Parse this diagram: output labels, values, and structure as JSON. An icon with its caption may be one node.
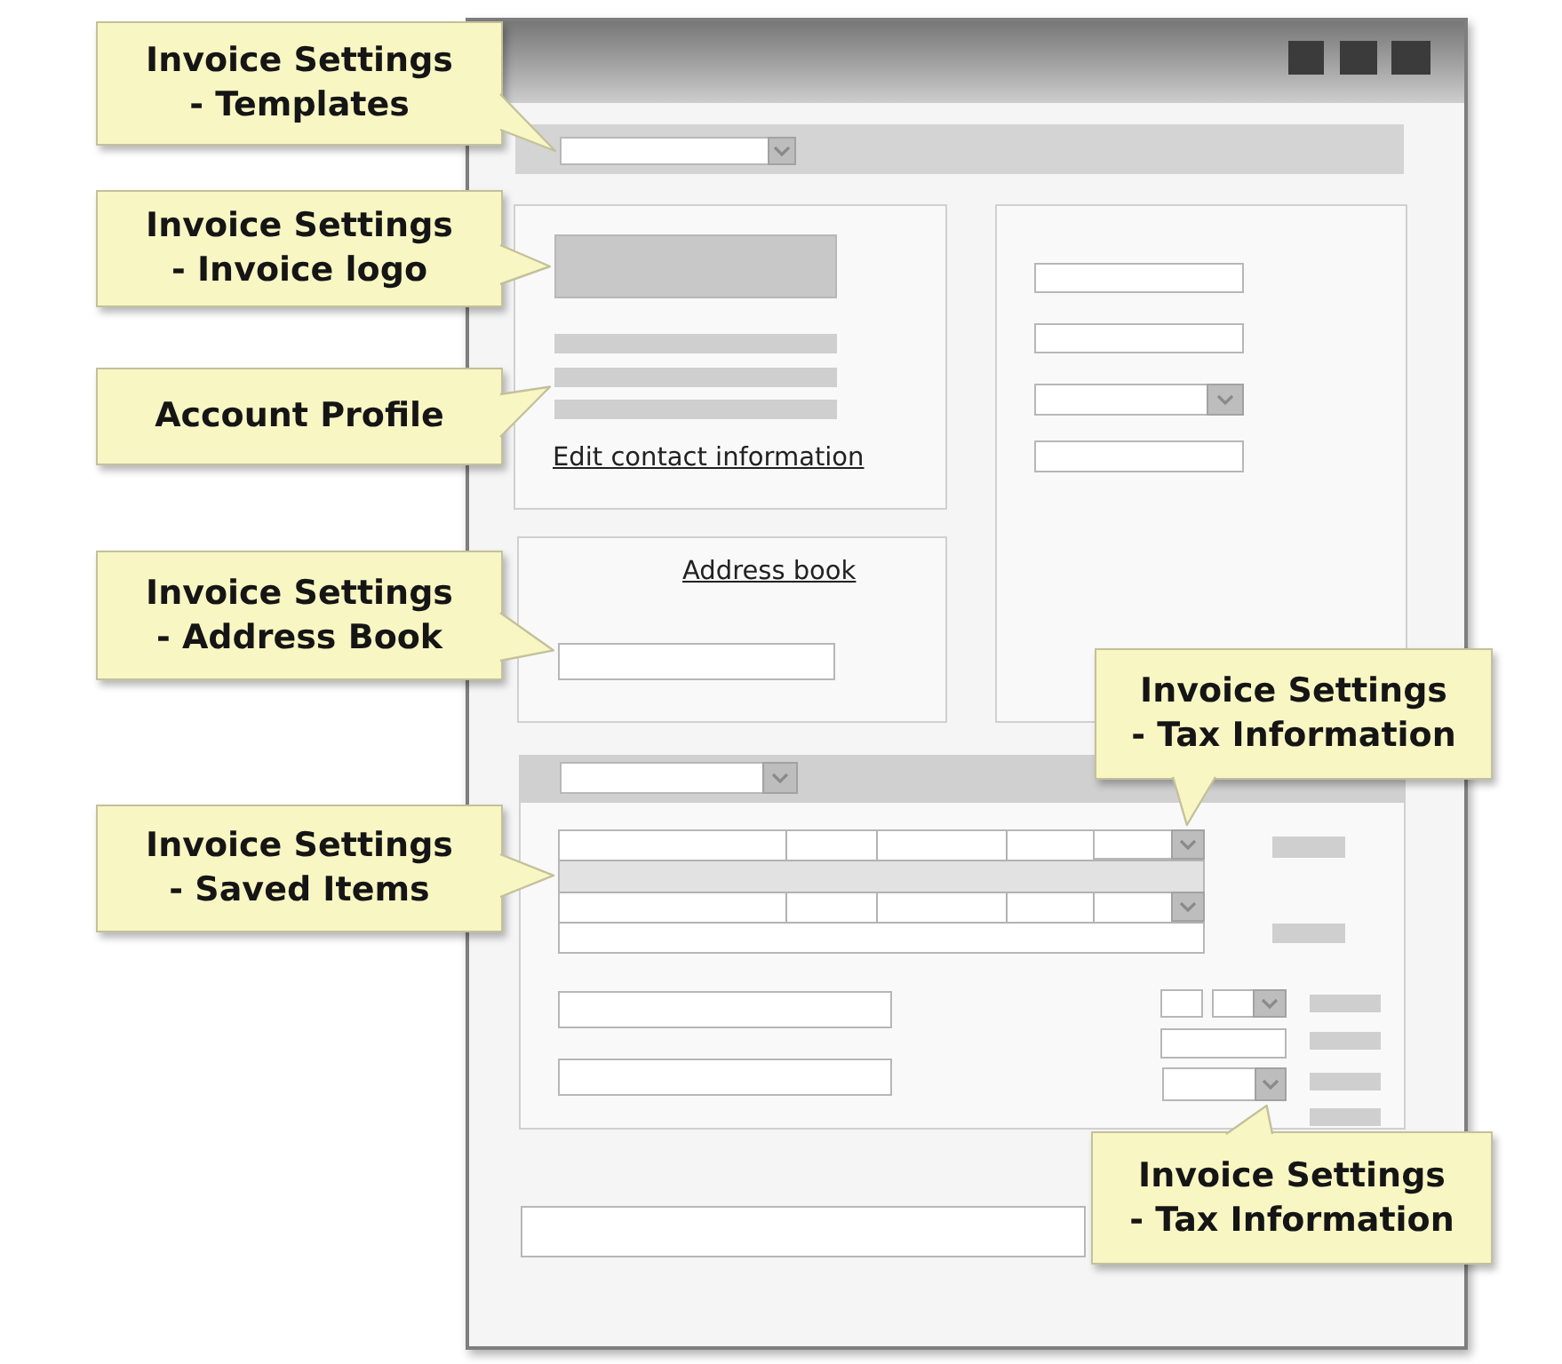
{
  "diagram": {
    "nodes": [
      {
        "text": [
          "Invoice Settings - Templates"
        ]
      },
      {
        "text": [
          "Invoice Settings - Invoice logo"
        ]
      },
      {
        "text": [
          "Account Profile"
        ]
      },
      {
        "text": [
          "Invoice Settings - Address Book"
        ]
      },
      {
        "text": [
          "Invoice Settings - Tax Information"
        ]
      },
      {
        "text": [
          "Invoice Settings - Saved Items"
        ]
      },
      {
        "text": [
          "Invoice Settings - Tax Information"
        ]
      },
      {
        "text": [],
        "shape": "box"
      },
      {
        "text": [],
        "shape": "box"
      },
      {
        "text": [],
        "shape": "bar"
      },
      {
        "text": [],
        "shape": "box"
      },
      {
        "text": [],
        "shape": "box"
      },
      {
        "text": [],
        "shape": "box",
        "in": 11
      },
      {
        "text": [],
        "shape": "box"
      },
      {
        "text": [],
        "shape": "box"
      },
      {
        "text": [],
        "shape": "box"
      },
      {
        "text": [],
        "shape": "box"
      },
      {
        "text": [],
        "shape": "box"
      },
      {
        "text": [],
        "shape": "box"
      },
      {
        "text": [],
        "shape": "bar"
      },
      {
        "text": [],
        "shape": "bar"
      },
      {
        "text": [],
        "shape": "box"
      },
      {
        "text": [],
        "shape": "box"
      },
      {
        "text": [],
        "shape": "box"
      },
      {
        "text": [],
        "shape": "bar"
      },
      {
        "text": [],
        "shape": "box"
      },
      {
        "text": [],
        "shape": "bar"
      },
      {
        "text": [],
        "shape": "box"
      },
      {
        "text": [],
        "shape": "bar"
      },
      {
        "text": [],
        "shape": "bar"
      },
      {
        "text": [],
        "shape": "box"
      }
    ],
    "edges": [
      {
        "from": 0,
        "to": 7,
        "arrow": "to"
      },
      {
        "from": 1,
        "to": 8,
        "arrow": "to"
      },
      {
        "from": 2,
        "to": 9,
        "arrow": "to"
      },
      {
        "from": 3,
        "to": 10,
        "arrow": "to"
      },
      {
        "from": 4,
        "to": 12,
        "arrow": "to"
      },
      {
        "from": 5,
        "to": 11,
        "arrow": "to"
      },
      {
        "from": 6,
        "to": 13,
        "arrow": "to"
      }
    ],
    "labels": [
      "Edit contact information",
      "Address book"
    ]
  }
}
